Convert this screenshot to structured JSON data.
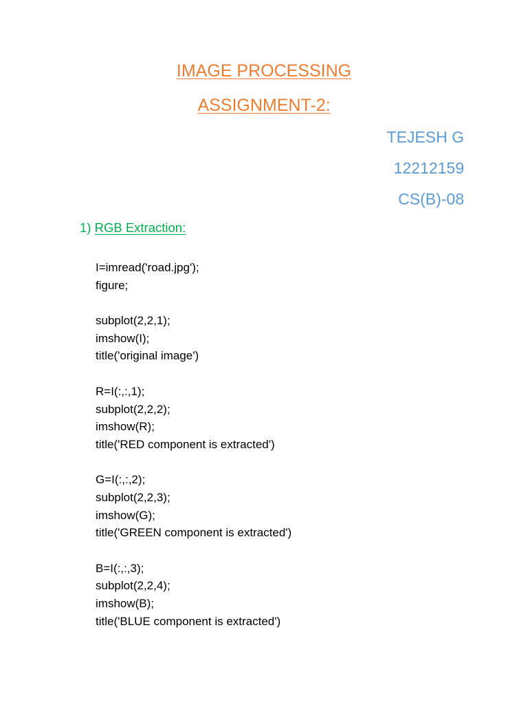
{
  "document": {
    "title_line_1": "IMAGE PROCESSING",
    "title_line_2": "ASSIGNMENT-2:",
    "author": {
      "name": "TEJESH G",
      "id": "12212159",
      "section": "CS(B)-08"
    },
    "section": {
      "number": "1)",
      "heading": "RGB Extraction:"
    },
    "code_lines": [
      "I=imread('road.jpg');",
      "figure;",
      "",
      "subplot(2,2,1);",
      "imshow(I);",
      "title('original image')",
      "",
      "R=I(:,:,1);",
      "subplot(2,2,2);",
      "imshow(R);",
      "title('RED component is extracted')",
      "",
      "G=I(:,:,2);",
      "subplot(2,2,3);",
      "imshow(G);",
      "title('GREEN component is extracted')",
      "",
      "B=I(:,:,3);",
      "subplot(2,2,4);",
      "imshow(B);",
      "title('BLUE component is extracted')"
    ]
  },
  "colors": {
    "title": "#ED7D31",
    "author": "#5B9BD5",
    "section_heading": "#00B050",
    "body_text": "#000000",
    "background": "#FFFFFF"
  }
}
